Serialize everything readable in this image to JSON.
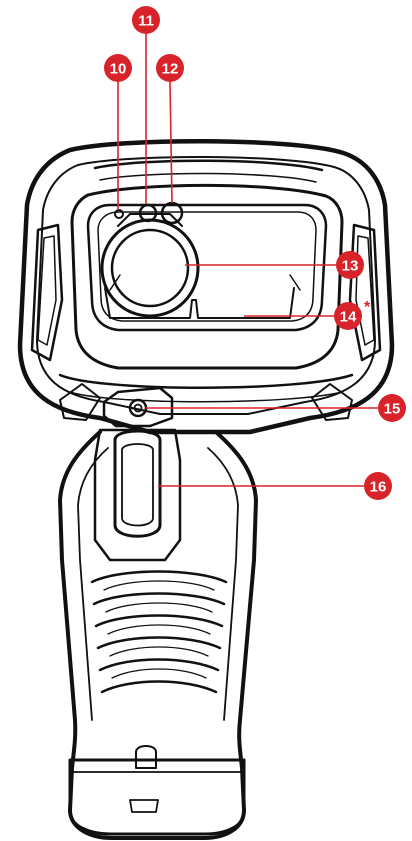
{
  "diagram": {
    "colors": {
      "callout": "#d8232a",
      "stroke": "#111111",
      "fill": "#ffffff"
    },
    "callouts": [
      {
        "id": "10",
        "label": "10",
        "suffix": ""
      },
      {
        "id": "11",
        "label": "11",
        "suffix": ""
      },
      {
        "id": "12",
        "label": "12",
        "suffix": ""
      },
      {
        "id": "13",
        "label": "13",
        "suffix": ""
      },
      {
        "id": "14",
        "label": "14",
        "suffix": "*"
      },
      {
        "id": "15",
        "label": "15",
        "suffix": ""
      },
      {
        "id": "16",
        "label": "16",
        "suffix": ""
      }
    ]
  }
}
